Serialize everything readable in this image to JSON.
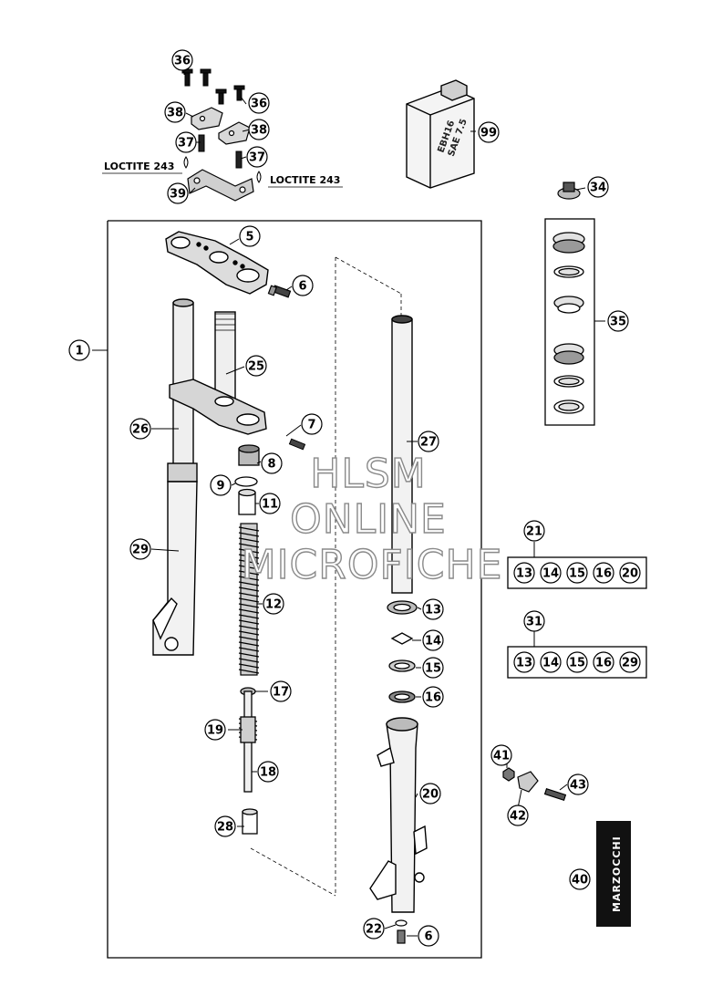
{
  "watermark": {
    "line1": "HLSM",
    "line2": "ONLINE",
    "line3": "MICROFICHE"
  },
  "notes": {
    "loctite_left": "LOCTITE 243",
    "loctite_right": "LOCTITE 243"
  },
  "oil_can": {
    "line1": "EBH16",
    "line2": "SAE 7.5"
  },
  "brand_badge": {
    "text": "MARZOCCHI"
  },
  "callouts": [
    {
      "id": "c36a",
      "text": "36"
    },
    {
      "id": "c36b",
      "text": "36"
    },
    {
      "id": "c38a",
      "text": "38"
    },
    {
      "id": "c38b",
      "text": "38"
    },
    {
      "id": "c37a",
      "text": "37"
    },
    {
      "id": "c37b",
      "text": "37"
    },
    {
      "id": "c39",
      "text": "39"
    },
    {
      "id": "c99",
      "text": "99"
    },
    {
      "id": "c34",
      "text": "34"
    },
    {
      "id": "c35",
      "text": "35"
    },
    {
      "id": "c5",
      "text": "5"
    },
    {
      "id": "c6a",
      "text": "6"
    },
    {
      "id": "c1",
      "text": "1"
    },
    {
      "id": "c25",
      "text": "25"
    },
    {
      "id": "c7",
      "text": "7"
    },
    {
      "id": "c26",
      "text": "26"
    },
    {
      "id": "c8",
      "text": "8"
    },
    {
      "id": "c9",
      "text": "9"
    },
    {
      "id": "c11",
      "text": "11"
    },
    {
      "id": "c27",
      "text": "27"
    },
    {
      "id": "c29",
      "text": "29"
    },
    {
      "id": "c12",
      "text": "12"
    },
    {
      "id": "c21",
      "text": "21"
    },
    {
      "id": "c31",
      "text": "31"
    },
    {
      "id": "c13",
      "text": "13"
    },
    {
      "id": "c14",
      "text": "14"
    },
    {
      "id": "c15",
      "text": "15"
    },
    {
      "id": "c16",
      "text": "16"
    },
    {
      "id": "c17",
      "text": "17"
    },
    {
      "id": "c19",
      "text": "19"
    },
    {
      "id": "c18",
      "text": "18"
    },
    {
      "id": "c20",
      "text": "20"
    },
    {
      "id": "c41",
      "text": "41"
    },
    {
      "id": "c43",
      "text": "43"
    },
    {
      "id": "c42",
      "text": "42"
    },
    {
      "id": "c28",
      "text": "28"
    },
    {
      "id": "c40",
      "text": "40"
    },
    {
      "id": "c22",
      "text": "22"
    },
    {
      "id": "c6b",
      "text": "6"
    }
  ],
  "kit_21": {
    "items": [
      "13",
      "14",
      "15",
      "16",
      "20"
    ]
  },
  "kit_31": {
    "items": [
      "13",
      "14",
      "15",
      "16",
      "29"
    ]
  }
}
